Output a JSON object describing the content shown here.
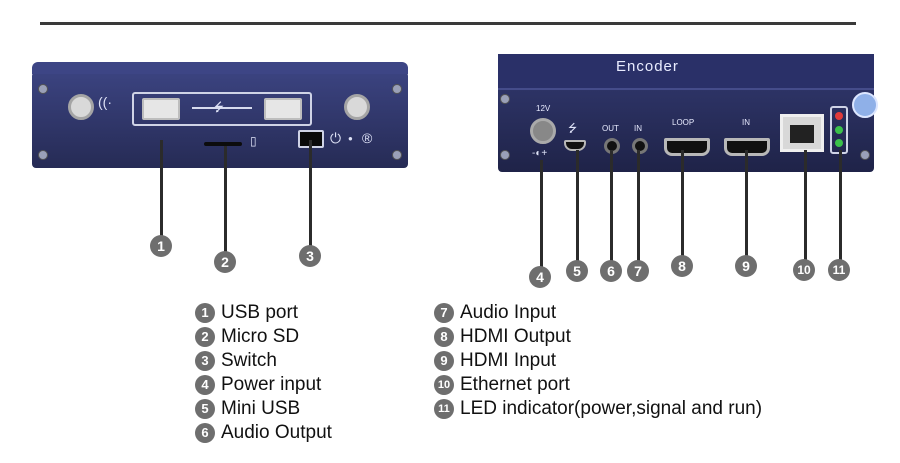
{
  "device": {
    "brand": "Encoder",
    "right_labels": {
      "power": "12V",
      "audio_out": "OUT",
      "audio_in": "IN",
      "hdmi_loop": "LOOP",
      "hdmi_in": "IN"
    }
  },
  "callouts": [
    "1",
    "2",
    "3",
    "4",
    "5",
    "6",
    "7",
    "8",
    "9",
    "10",
    "11"
  ],
  "legend": {
    "left": [
      {
        "num": "1",
        "label": "USB port"
      },
      {
        "num": "2",
        "label": "Micro SD"
      },
      {
        "num": "3",
        "label": "Switch"
      },
      {
        "num": "4",
        "label": "Power input"
      },
      {
        "num": "5",
        "label": "Mini USB"
      },
      {
        "num": "6",
        "label": "Audio Output"
      }
    ],
    "right": [
      {
        "num": "7",
        "label": "Audio Input"
      },
      {
        "num": "8",
        "label": "HDMI Output"
      },
      {
        "num": "9",
        "label": "HDMI Input"
      },
      {
        "num": "10",
        "label": "Ethernet port"
      },
      {
        "num": "11",
        "label": "LED indicator(power,signal and run)"
      }
    ]
  },
  "icons": [
    "usb-icon",
    "wifi-icon",
    "sd-card-icon",
    "power-icon",
    "reset-icon",
    "dc-power-icon"
  ]
}
